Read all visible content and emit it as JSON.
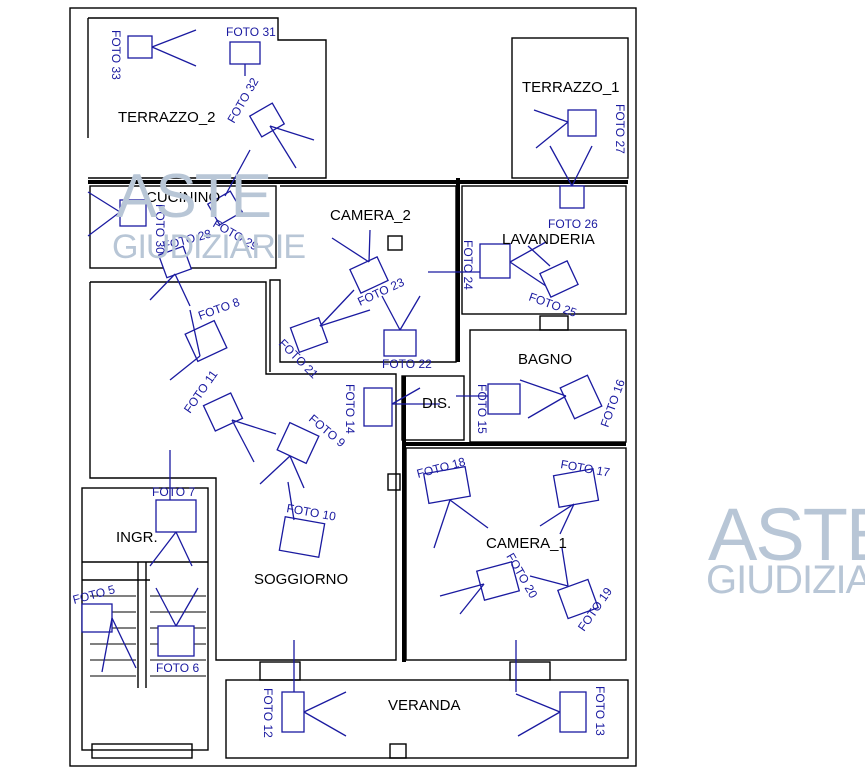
{
  "rooms": {
    "terrazzo2": "TERRAZZO_2",
    "terrazzo1": "TERRAZZO_1",
    "cucinino": "CUCININO",
    "camera2": "CAMERA_2",
    "lavanderia": "LAVANDERIA",
    "bagno": "BAGNO",
    "dis": "DIS.",
    "ingr": "INGR.",
    "soggiorno": "SOGGIORNO",
    "camera1": "CAMERA_1",
    "veranda": "VERANDA"
  },
  "watermark": {
    "line1": "ASTE",
    "line2": "GIUDIZIARIE",
    "right_line1": "ASTE",
    "right_line2": "GIUDIZIA"
  },
  "foto_labels": {
    "f5": "FOTO 5",
    "f6": "FOTO 6",
    "f7": "FOTO 7",
    "f8": "FOTO 8",
    "f9": "FOTO 9",
    "f10": "FOTO 10",
    "f11": "FOTO 11",
    "f12": "FOTO 12",
    "f13": "FOTO 13",
    "f14": "FOTO 14",
    "f15": "FOTO 15",
    "f16": "FOTO 16",
    "f17": "FOTO 17",
    "f18": "FOTO 18",
    "f19": "FOTO 19",
    "f20": "FOTO 20",
    "f21": "FOTO 21",
    "f22": "FOTO 22",
    "f23": "FOTO 23",
    "f24": "FOTO 24",
    "f25": "FOTO 25",
    "f26": "FOTO 26",
    "f27": "FOTO 27",
    "f28": "FOTO 28",
    "f29": "FOTO 29",
    "f30": "FOTO 30",
    "f31": "FOTO 31",
    "f32": "FOTO 32",
    "f33": "FOTO 33"
  },
  "colors": {
    "wall": "#000000",
    "camera_symbol": "#1a1aa0",
    "watermark": "#b8c6d6"
  }
}
